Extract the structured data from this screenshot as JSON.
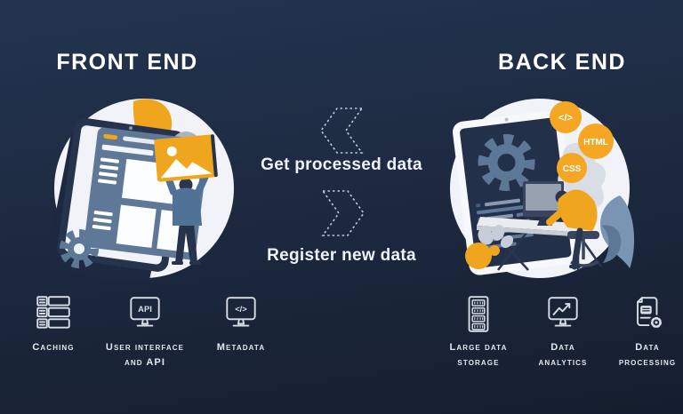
{
  "titles": {
    "front": "FRONT END",
    "back": "BACK END"
  },
  "flows": {
    "get": "Get processed data",
    "register": "Register new data"
  },
  "badges": {
    "code": "</>",
    "html": "HTML",
    "css": "CSS"
  },
  "icon_texts": {
    "api": "API",
    "code": "</>"
  },
  "features_front": [
    {
      "icon": "server-stack-icon",
      "line1": "Caching",
      "line2": ""
    },
    {
      "icon": "monitor-api-icon",
      "line1": "User interface",
      "line2": "and API"
    },
    {
      "icon": "monitor-code-icon",
      "line1": "Metadata",
      "line2": ""
    }
  ],
  "features_back": [
    {
      "icon": "server-cabinet-icon",
      "line1": "Large data",
      "line2": "storage"
    },
    {
      "icon": "monitor-chart-icon",
      "line1": "Data",
      "line2": "analytics"
    },
    {
      "icon": "document-gear-icon",
      "line1": "Data",
      "line2": "processing"
    }
  ],
  "colors": {
    "background_top": "#243450",
    "background_bottom": "#151e2d",
    "accent_orange": "#f2a51f",
    "steel_blue": "#5d7796",
    "dark_navy": "#26334d",
    "circle_light": "#f1f3f8",
    "icon_stroke": "#d9dfe7",
    "text": "#ffffff"
  }
}
